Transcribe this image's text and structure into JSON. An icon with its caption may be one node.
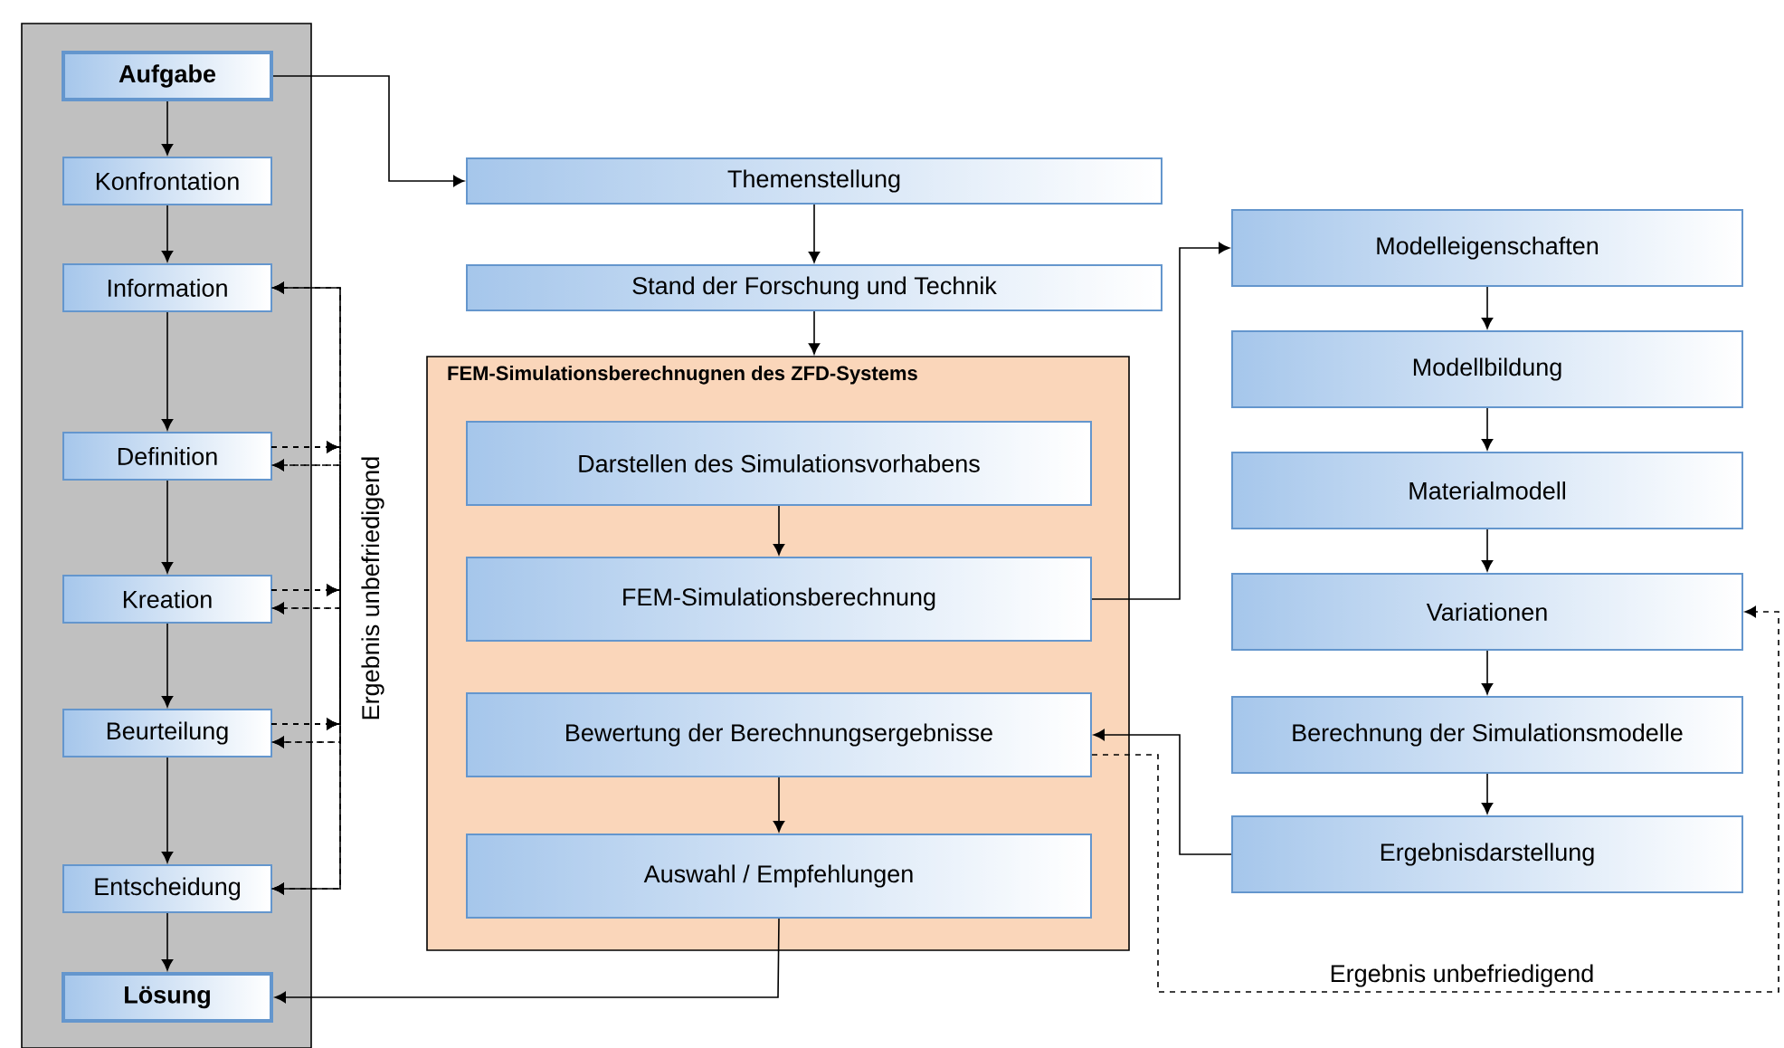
{
  "diagram": {
    "nodes": [
      {
        "text": [],
        "shape": "box"
      },
      {
        "text": [
          "Aufgabe"
        ],
        "in": 0
      },
      {
        "text": [
          "Konfrontation"
        ],
        "in": 0
      },
      {
        "text": [
          "Information"
        ],
        "in": 0
      },
      {
        "text": [
          "Definition"
        ],
        "in": 0
      },
      {
        "text": [
          "Kreation"
        ],
        "in": 0
      },
      {
        "text": [
          "Beurteilung"
        ],
        "in": 0
      },
      {
        "text": [
          "Entscheidung"
        ],
        "in": 0
      },
      {
        "text": [
          "Lösung"
        ],
        "in": 0
      },
      {
        "text": [
          "Themenstellung"
        ]
      },
      {
        "text": [
          "Stand der Forschung und Technik"
        ]
      },
      {
        "text": [
          "FEM-Simulationsberechnugnen des ZFD-Systems"
        ]
      },
      {
        "text": [
          "Darstellen des Simulationsvorhabens"
        ],
        "in": 11
      },
      {
        "text": [
          "FEM-Simulationsberechnung"
        ],
        "in": 11
      },
      {
        "text": [
          "Bewertung der Berechnungsergebnisse"
        ],
        "in": 11
      },
      {
        "text": [
          "Auswahl / Empfehlungen"
        ],
        "in": 11
      },
      {
        "text": [
          "Modelleigenschaften"
        ]
      },
      {
        "text": [
          "Modellbildung"
        ]
      },
      {
        "text": [
          "Materialmodell"
        ]
      },
      {
        "text": [
          "Variationen"
        ]
      },
      {
        "text": [
          "Berechnung der Simulationsmodelle"
        ]
      },
      {
        "text": [
          "Ergebnisdarstellung"
        ]
      }
    ],
    "edges": [
      {
        "from": 1,
        "to": 2,
        "arrow": "to"
      },
      {
        "from": 2,
        "to": 3,
        "arrow": "to"
      },
      {
        "from": 3,
        "to": 4,
        "arrow": "to"
      },
      {
        "from": 4,
        "to": 5,
        "arrow": "to"
      },
      {
        "from": 5,
        "to": 6,
        "arrow": "to"
      },
      {
        "from": 6,
        "to": 7,
        "arrow": "to"
      },
      {
        "from": 7,
        "to": 8,
        "arrow": "to"
      },
      {
        "from": 1,
        "to": 9,
        "arrow": "to"
      },
      {
        "from": 9,
        "to": 10,
        "arrow": "to"
      },
      {
        "from": 10,
        "to": 11,
        "arrow": "to"
      },
      {
        "from": 12,
        "to": 13,
        "arrow": "to"
      },
      {
        "from": 14,
        "to": 15,
        "arrow": "to"
      },
      {
        "from": 13,
        "to": 16,
        "arrow": "to"
      },
      {
        "from": 16,
        "to": 17,
        "arrow": "to"
      },
      {
        "from": 17,
        "to": 18,
        "arrow": "to"
      },
      {
        "from": 18,
        "to": 19,
        "arrow": "to"
      },
      {
        "from": 19,
        "to": 20,
        "arrow": "to"
      },
      {
        "from": 20,
        "to": 21,
        "arrow": "to"
      },
      {
        "from": 21,
        "to": 14,
        "arrow": "to"
      },
      {
        "from": 15,
        "to": 8,
        "arrow": "to"
      },
      {
        "from": 14,
        "to": 19,
        "arrow": "to",
        "style": "dashed",
        "label": "Ergebnis unbefriedigend"
      },
      {
        "from": 4,
        "to": 3,
        "arrow": "to",
        "style": "dashed"
      },
      {
        "from": 4,
        "to": 5,
        "arrow": "to",
        "style": "dashed"
      },
      {
        "from": 4,
        "to": 6,
        "arrow": "to",
        "style": "dashed"
      },
      {
        "from": 4,
        "to": 7,
        "arrow": "to",
        "style": "dashed"
      },
      {
        "from": 5,
        "to": 3,
        "arrow": "to",
        "style": "dashed"
      },
      {
        "from": 5,
        "to": 4,
        "arrow": "to",
        "style": "dashed"
      },
      {
        "from": 5,
        "to": 6,
        "arrow": "to",
        "style": "dashed"
      },
      {
        "from": 5,
        "to": 7,
        "arrow": "to",
        "style": "dashed"
      },
      {
        "from": 6,
        "to": 3,
        "arrow": "to",
        "style": "dashed"
      },
      {
        "from": 6,
        "to": 4,
        "arrow": "to",
        "style": "dashed"
      },
      {
        "from": 6,
        "to": 5,
        "arrow": "to",
        "style": "dashed"
      },
      {
        "from": 6,
        "to": 7,
        "arrow": "to",
        "style": "dashed"
      }
    ],
    "labels": [
      "Ergebnis unbefriedigend"
    ]
  }
}
